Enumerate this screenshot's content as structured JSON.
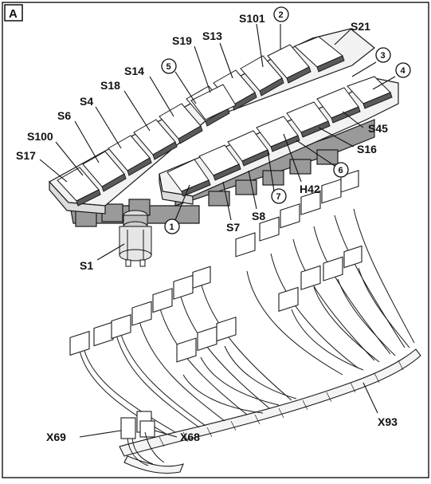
{
  "panel_letter": "A",
  "switch_labels": {
    "s101": "S101",
    "s21": "S21",
    "s13": "S13",
    "s19": "S19",
    "s14": "S14",
    "s18": "S18",
    "s4": "S4",
    "s6": "S6",
    "s100": "S100",
    "s17": "S17",
    "s45": "S45",
    "s16": "S16",
    "h42": "H42",
    "s8": "S8",
    "s7": "S7",
    "s1": "S1"
  },
  "connector_labels": {
    "x93": "X93",
    "x69": "X69",
    "x68": "X68"
  },
  "callouts": [
    "1",
    "2",
    "3",
    "4",
    "5",
    "6",
    "7"
  ]
}
